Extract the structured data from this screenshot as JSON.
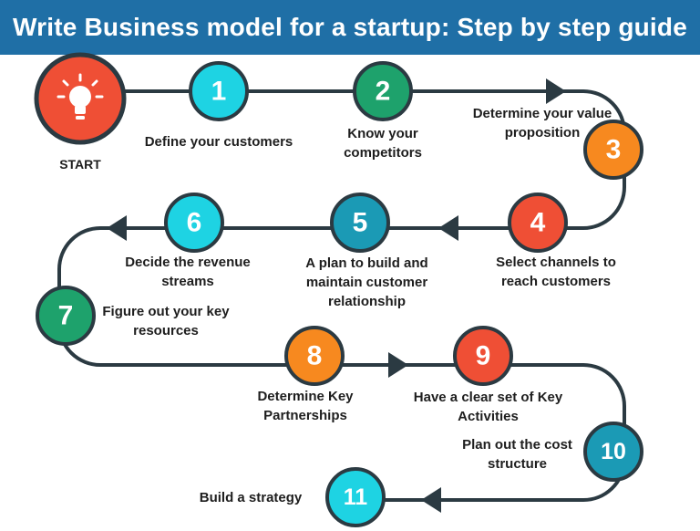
{
  "title": "Write Business model for a startup: Step by step guide",
  "start": {
    "label": "START",
    "icon": "lightbulb-icon",
    "color": "#ef4f35"
  },
  "colors": {
    "title_bar": "#1f6fa6",
    "path": "#2b3a42",
    "cyan": "#1ed3e3",
    "green": "#1ea26c",
    "orange": "#f7891f",
    "red": "#ef4f35",
    "teal": "#1b9ab5"
  },
  "steps": [
    {
      "number": "1",
      "label": "Define your customers",
      "color": "#1ed3e3"
    },
    {
      "number": "2",
      "label": "Know your\ncompetitors",
      "color": "#1ea26c"
    },
    {
      "number": "3",
      "label": "Determine your value\nproposition",
      "color": "#f7891f"
    },
    {
      "number": "4",
      "label": "Select channels to\nreach customers",
      "color": "#ef4f35"
    },
    {
      "number": "5",
      "label": "A plan to build and\nmaintain customer\nrelationship",
      "color": "#1b9ab5"
    },
    {
      "number": "6",
      "label": "Decide the revenue\nstreams",
      "color": "#1ed3e3"
    },
    {
      "number": "7",
      "label": "Figure out your key\nresources",
      "color": "#1ea26c"
    },
    {
      "number": "8",
      "label": "Determine Key\nPartnerships",
      "color": "#f7891f"
    },
    {
      "number": "9",
      "label": "Have a clear set of Key\nActivities",
      "color": "#ef4f35"
    },
    {
      "number": "10",
      "label": "Plan out the cost\nstructure",
      "color": "#1b9ab5"
    },
    {
      "number": "11",
      "label": "Build a strategy",
      "color": "#1ed3e3"
    }
  ]
}
